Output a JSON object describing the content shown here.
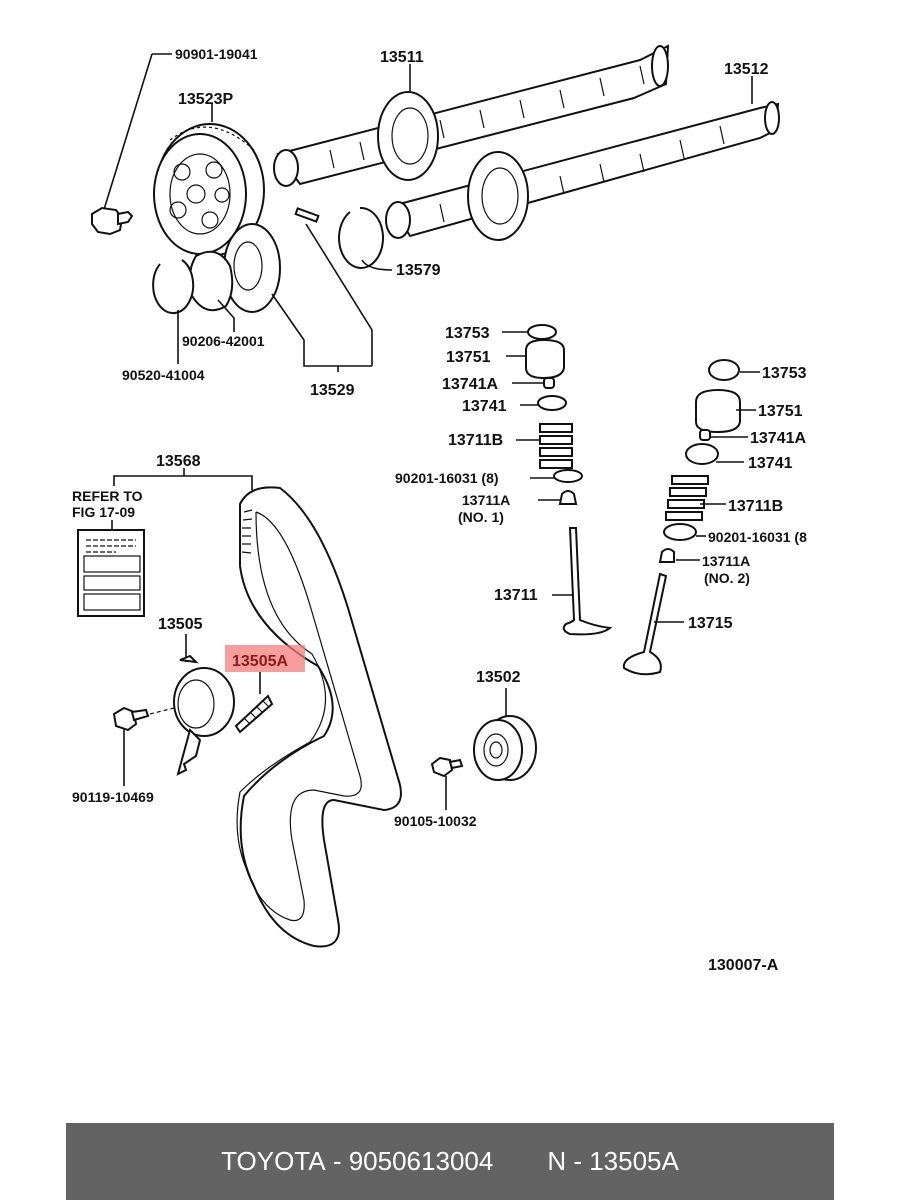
{
  "diagram": {
    "figure_id": "130007-A",
    "highlight_color": "#f47c7c",
    "highlight_text_color": "#8b1a1a",
    "labels": {
      "bolt_top": "90901-19041",
      "camshaft_1": "13511",
      "camshaft_2": "13512",
      "pulley": "13523P",
      "ring_13579": "13579",
      "gear_13529": "13529",
      "ring_90206": "90206-42001",
      "snap_90520": "90520-41004",
      "belt": "13568",
      "refer_line1": "REFER TO",
      "refer_line2": "FIG 17-09",
      "tensioner": "13505",
      "spring_highlight": "13505A",
      "bolt_90119": "90119-10469",
      "idler": "13502",
      "bolt_90105": "90105-10032",
      "v1_shim": "13753",
      "v1_lifter": "13751",
      "v1_keeper": "13741A",
      "v1_retainer": "13741",
      "v1_spring": "13711B",
      "v1_seat": "90201-16031 (8)",
      "v1_seal": "13711A",
      "v1_seal_note": "(NO. 1)",
      "v1_valve": "13711",
      "v2_shim": "13753",
      "v2_lifter": "13751",
      "v2_keeper": "13741A",
      "v2_retainer": "13741",
      "v2_spring": "13711B",
      "v2_seat": "90201-16031 (8",
      "v2_seal": "13711A",
      "v2_seal_note": "(NO. 2)",
      "v2_valve": "13715"
    }
  },
  "footer": {
    "brand": "TOYOTA",
    "part_number": "9050613004",
    "separator": " - ",
    "ref_prefix": "N",
    "ref_code": "13505A"
  }
}
